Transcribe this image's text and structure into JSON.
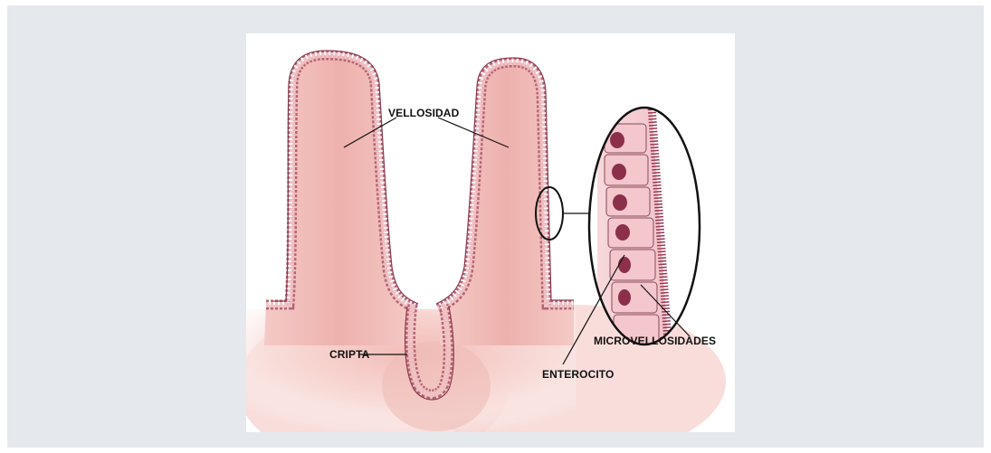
{
  "diagram": {
    "labels": {
      "villus": "VELLOSIDAD",
      "crypt": "CRIPTA",
      "microvilli": "MICROVELLOSIDADES",
      "enterocyte": "ENTEROCITO"
    }
  },
  "colors": {
    "page_background": "#e5e9ed",
    "figure_background": "#ffffff",
    "tissue_light": "#f6d7d3",
    "tissue_core": "#efb7b2",
    "cell_fill": "#f1c3c7",
    "cell_outline": "#8a4a5a",
    "nucleus": "#8b2f4b",
    "microvilli": "#9a3653"
  }
}
